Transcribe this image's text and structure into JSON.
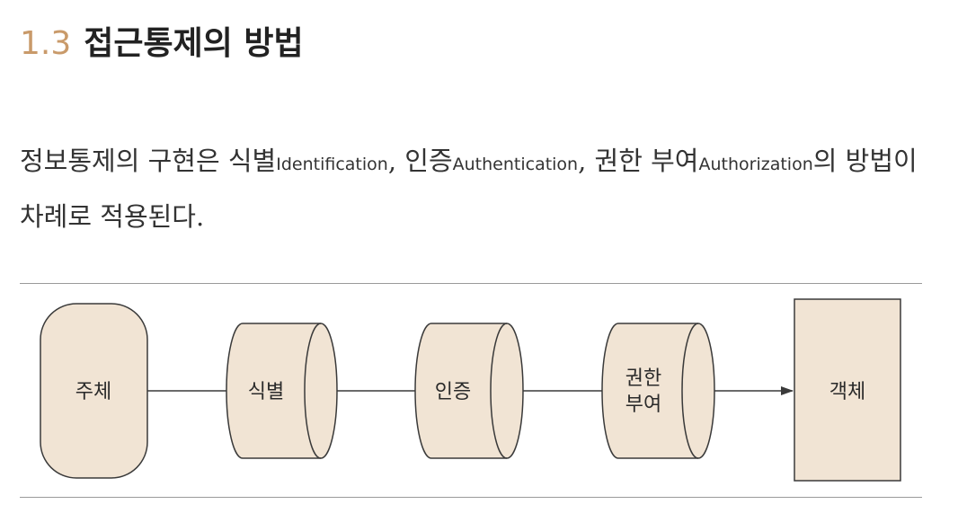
{
  "heading": {
    "number": "1.3",
    "title": "접근통제의 방법"
  },
  "paragraph": {
    "t1": "정보통제의 구현은 식별",
    "t1_en": "Identification",
    "t2": ", 인증",
    "t2_en": "Authentication",
    "t3": ", 권한 부여",
    "t3_en": "Authorization",
    "t4": "의 방법이 차례로 적용된다."
  },
  "diagram": {
    "fill_color": "#f1e4d4",
    "stroke_color": "#3a3a3a",
    "nodes": {
      "subject": "주체",
      "identification": "식별",
      "authentication": "인증",
      "authorization_line1": "권한",
      "authorization_line2": "부여",
      "object": "객체"
    }
  }
}
